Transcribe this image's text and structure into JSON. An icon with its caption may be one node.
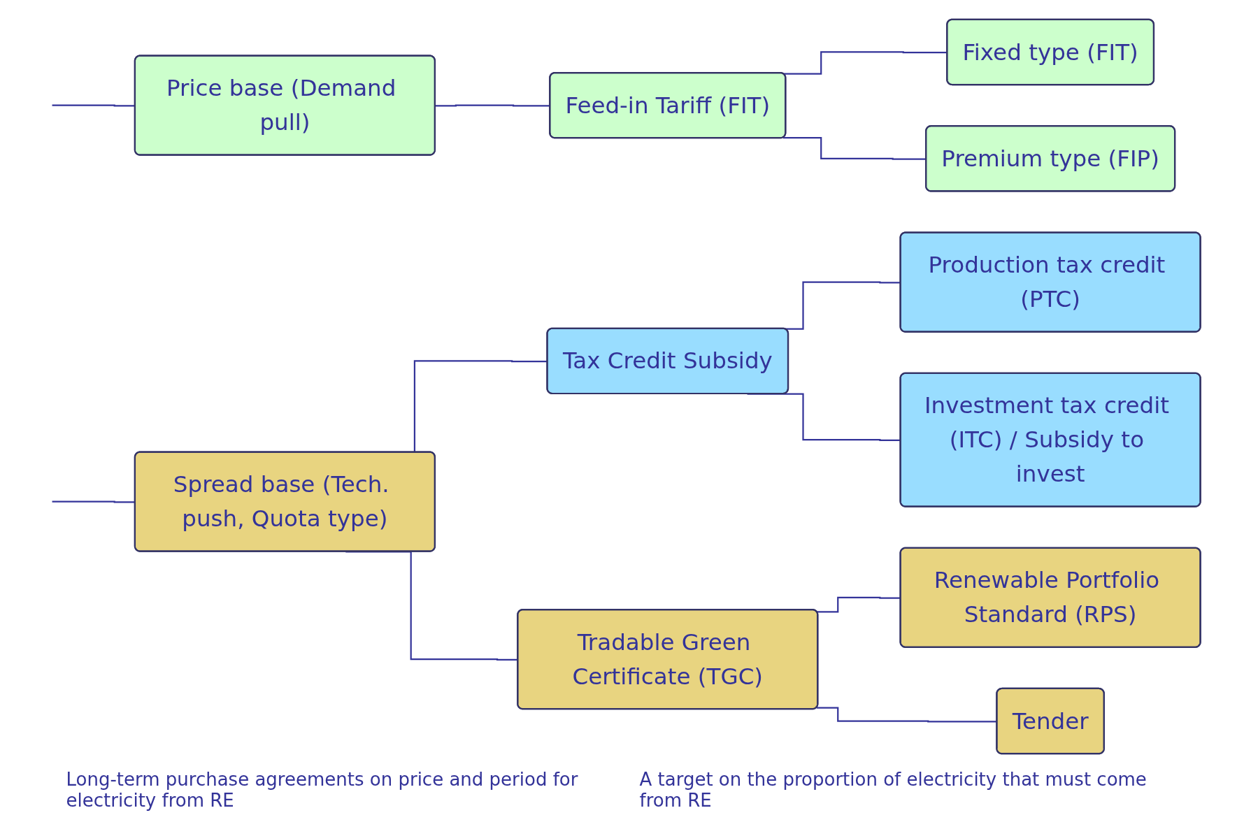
{
  "diagram": {
    "nodes": [
      {
        "text": [
          "Price base (Demand pull)"
        ]
      },
      {
        "text": [
          "Feed-in Tariff (FIT)"
        ]
      },
      {
        "text": [
          "Fixed type (FIT)"
        ]
      },
      {
        "text": [
          "Premium type (FIP)"
        ]
      },
      {
        "text": [
          "Spread base (Tech. push, Quota type)"
        ]
      },
      {
        "text": [
          "Tax Credit Subsidy"
        ]
      },
      {
        "text": [
          "Production tax credit (PTC)"
        ]
      },
      {
        "text": [
          "Investment tax credit (ITC) / Subsidy to invest"
        ]
      },
      {
        "text": [
          "Tradable Green Certificate (TGC)"
        ]
      },
      {
        "text": [
          "Renewable Portfolio Standard (RPS)"
        ]
      },
      {
        "text": [
          "Tender"
        ]
      }
    ],
    "edges": [
      {
        "from": null,
        "to": 0,
        "arrow": "none"
      },
      {
        "from": null,
        "to": 4,
        "arrow": "none"
      },
      {
        "from": 0,
        "to": 1,
        "arrow": "none"
      },
      {
        "from": 1,
        "to": 2,
        "arrow": "none"
      },
      {
        "from": 1,
        "to": 3,
        "arrow": "none"
      },
      {
        "from": 4,
        "to": 5,
        "arrow": "none"
      },
      {
        "from": 4,
        "to": 8,
        "arrow": "none"
      },
      {
        "from": 5,
        "to": 6,
        "arrow": "none"
      },
      {
        "from": 5,
        "to": 7,
        "arrow": "none"
      },
      {
        "from": 8,
        "to": 9,
        "arrow": "none"
      },
      {
        "from": 8,
        "to": 10,
        "arrow": "none"
      }
    ],
    "labels": [
      "Long-term purchase agreements on price and period for electricity from RE",
      "A target on the proportion of electricity that must come from RE"
    ]
  }
}
